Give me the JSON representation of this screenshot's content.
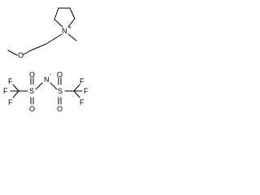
{
  "cation": {
    "ring_nitrogen": "N",
    "charge": "+",
    "ether_oxygen": "O"
  },
  "anion": {
    "nitrogen": "N",
    "charge": "-",
    "left_sulfur": "S",
    "right_sulfur": "S",
    "oxygens": [
      "O",
      "O",
      "O",
      "O"
    ],
    "fluorines": [
      "F",
      "F",
      "F",
      "F",
      "F",
      "F"
    ]
  }
}
